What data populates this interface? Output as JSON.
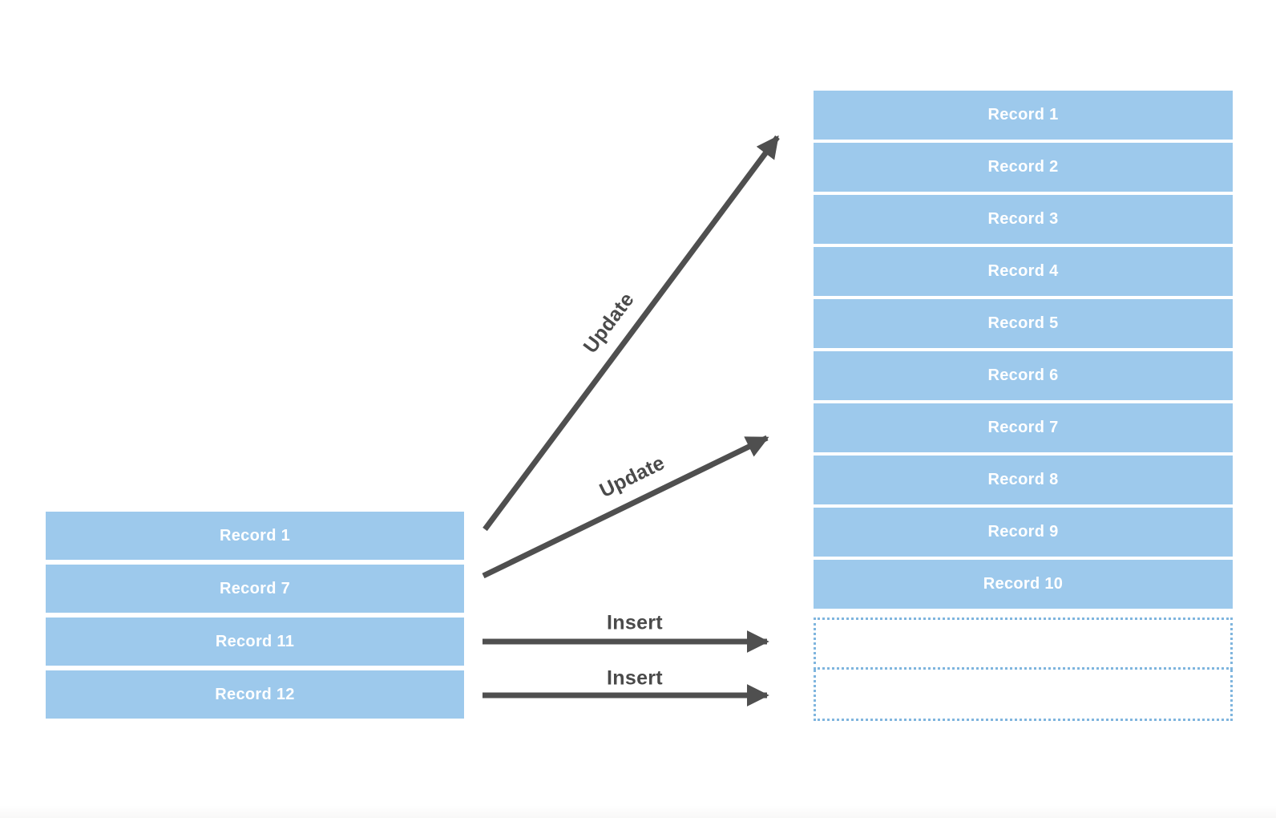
{
  "diagram": {
    "description": "Record update and insert flow between a source change set and a target table",
    "source_table": {
      "rows": [
        "Record 1",
        "Record 7",
        "Record 11",
        "Record 12"
      ]
    },
    "target_table": {
      "rows": [
        "Record 1",
        "Record 2",
        "Record 3",
        "Record 4",
        "Record 5",
        "Record 6",
        "Record 7",
        "Record 8",
        "Record 9",
        "Record 10"
      ],
      "empty_slot_count": 2
    },
    "arrows": [
      {
        "label": "Update",
        "from": "Record 1",
        "to": "Record 1"
      },
      {
        "label": "Update",
        "from": "Record 7",
        "to": "Record 7"
      },
      {
        "label": "Insert",
        "from": "Record 11",
        "to": "empty slot 1"
      },
      {
        "label": "Insert",
        "from": "Record 12",
        "to": "empty slot 2"
      }
    ],
    "colors": {
      "row_fill": "#9DC9EC",
      "row_text": "#FFFFFF",
      "dotted_border": "#7FB5DE",
      "arrow": "#4F4F4F",
      "label_text": "#4A4A4A",
      "background": "#FFFFFF"
    }
  }
}
